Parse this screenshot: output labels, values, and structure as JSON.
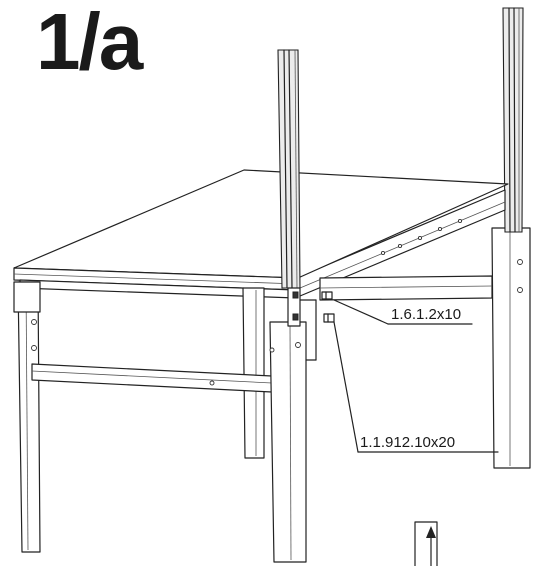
{
  "step": {
    "label": "1/a"
  },
  "parts": [
    {
      "code": "1.6.1.2x10"
    },
    {
      "code": "1.1.912.10x20"
    }
  ],
  "colors": {
    "ink": "#1a1a1a",
    "paper": "#ffffff"
  },
  "icons": {
    "direction": "up-arrow-icon"
  }
}
